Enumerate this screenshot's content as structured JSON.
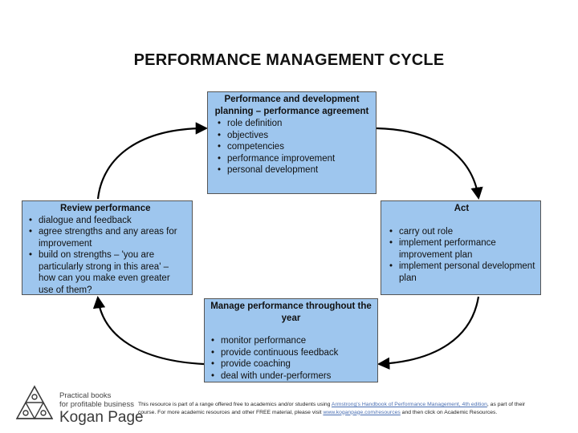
{
  "title": "PERFORMANCE MANAGEMENT CYCLE",
  "stages": {
    "planning": {
      "heading": "Performance and development planning – performance agreement",
      "items": [
        "role definition",
        "objectives",
        "competencies",
        "performance improvement",
        "personal development"
      ]
    },
    "act": {
      "heading": "Act",
      "items": [
        "carry out role",
        "implement performance improvement plan",
        "implement personal development plan"
      ]
    },
    "manage": {
      "heading": "Manage performance throughout the year",
      "items": [
        "monitor performance",
        "provide continuous feedback",
        "provide coaching",
        "deal with under-performers"
      ]
    },
    "review": {
      "heading": "Review performance",
      "items": [
        "dialogue and  feedback",
        "agree strengths and any areas for improvement",
        "build on strengths – 'you are particularly  strong in this area' – how can you make even greater use of them?"
      ]
    }
  },
  "colors": {
    "box_fill": "#9ec6ee",
    "arrow": "#000000"
  },
  "publisher": {
    "tagline_1": "Practical books",
    "tagline_2": "for profitable business",
    "name": "Kogan Page"
  },
  "footer": {
    "text_before": "This resource is part of a range offered free to academics and/or students using ",
    "book_link": "Armstrong's Handbook of Performance Management, 4th edition",
    "text_middle": ", as part of their course. For more academic resources and other FREE material, please visit ",
    "site_link": "www.koganpage.com/resources",
    "text_after": " and then click on Academic Resources."
  }
}
